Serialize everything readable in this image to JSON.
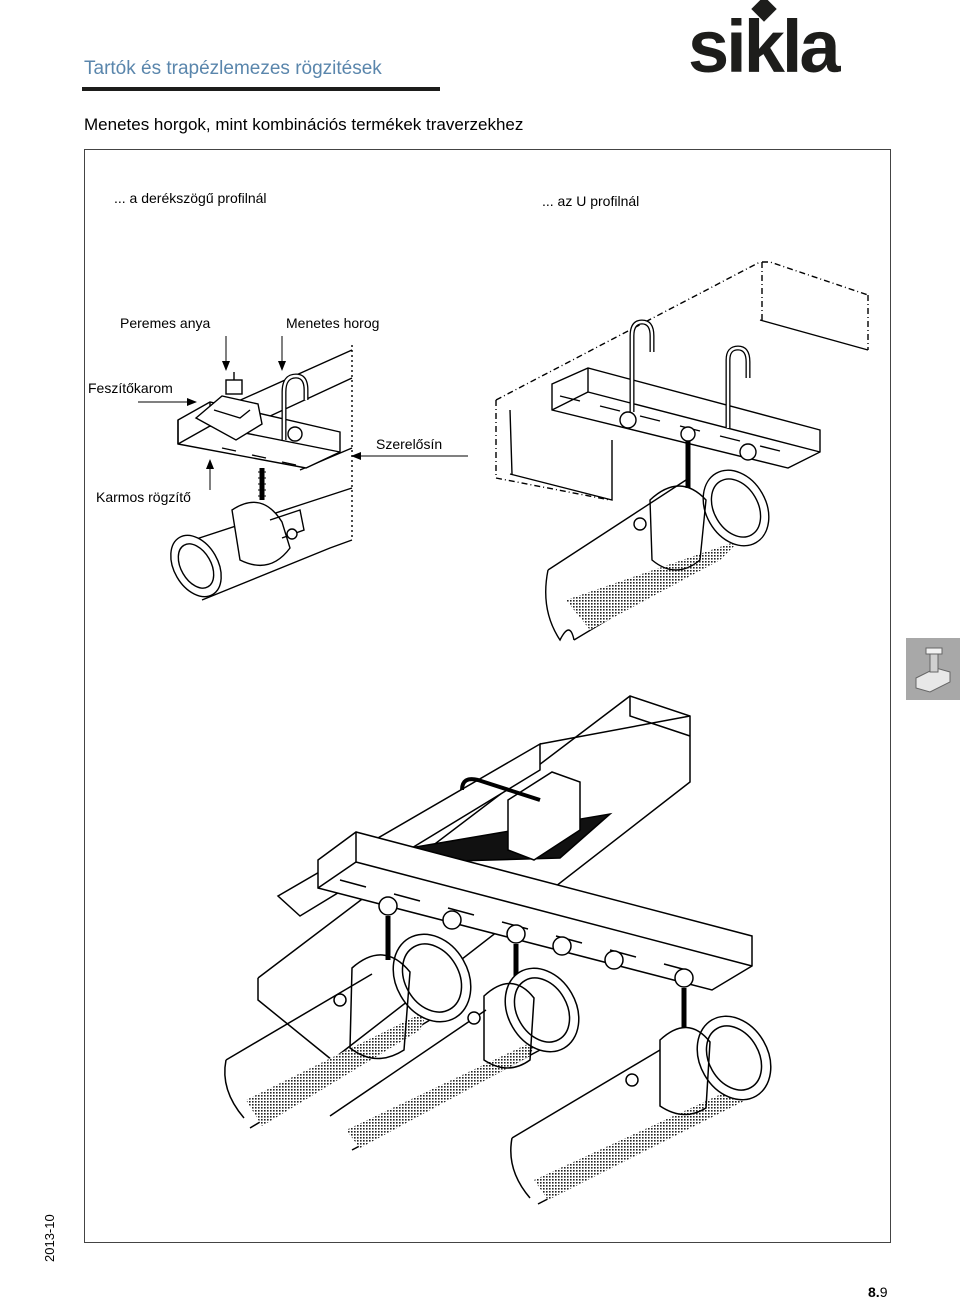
{
  "header": {
    "title": "Tartók és trapézlemezes rögzitések",
    "logo_text": "sikla"
  },
  "subtitle": "Menetes horgok, mint kombinációs termékek traverzekhez",
  "panels": {
    "left_label": "... a derékszögű profilnál",
    "right_label": "... az U profilnál"
  },
  "callouts": {
    "peremes_anya": "Peremes anya",
    "menetes_horog": "Menetes horog",
    "feszitokarom": "Feszítőkarom",
    "szerelosin": "Szerelősín",
    "karmos_rogzito": "Karmos rögzítő"
  },
  "footer": {
    "date": "2013-10",
    "page_chapter": "8.",
    "page_number": "9"
  },
  "side_tab_icon": "beam-clamp-icon",
  "colors": {
    "title_blue": "#5a86ac",
    "rule": "#1d1d1b",
    "side_tab": "#a8a8a8"
  }
}
